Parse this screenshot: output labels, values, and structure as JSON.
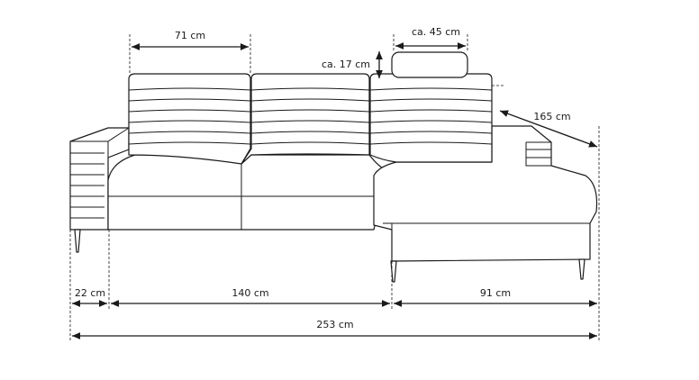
{
  "dimensions": {
    "back_cushion_width": "71 cm",
    "headrest_width": "ca. 45 cm",
    "headrest_height": "ca. 17 cm",
    "chaise_depth": "165 cm",
    "armrest_width": "22 cm",
    "seat_width": "140 cm",
    "chaise_width": "91 cm",
    "total_width": "253 cm"
  },
  "colors": {
    "line": "#1a1a1a",
    "background": "#ffffff"
  }
}
